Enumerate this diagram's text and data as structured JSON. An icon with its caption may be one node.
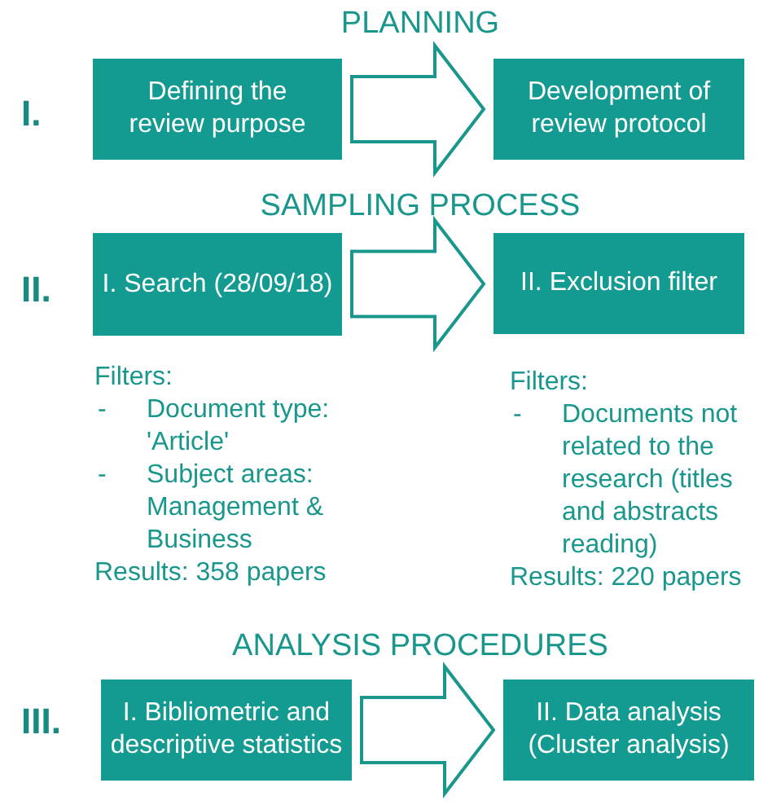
{
  "diagram": {
    "nodes": [
      {
        "text": [
          "Defining the review purpose"
        ]
      },
      {
        "text": [
          "Development of review protocol"
        ]
      },
      {
        "text": [
          "I. Search (28/09/18)"
        ],
        "beside": [
          "Filters:",
          "-",
          "Document type: 'Article'",
          "-",
          "Subject areas: Management & Business",
          "Results: 358 papers"
        ]
      },
      {
        "text": [
          "II. Exclusion filter"
        ],
        "beside": [
          "Filters:",
          "-",
          "Documents not related to the research (titles and abstracts reading)",
          "Results: 220 papers"
        ]
      },
      {
        "text": [
          "I. Bibliometric and descriptive statistics"
        ]
      },
      {
        "text": [
          "II. Data analysis (Cluster analysis)"
        ]
      }
    ],
    "edges": [
      {
        "from": 0,
        "to": 1,
        "arrow": "to"
      },
      {
        "from": 2,
        "to": 3,
        "arrow": "to"
      },
      {
        "from": 4,
        "to": 5,
        "arrow": "to"
      }
    ],
    "labels": [
      "PLANNING",
      "I.",
      "SAMPLING PROCESS",
      "II.",
      "ANALYSIS PROCEDURES",
      "III."
    ]
  }
}
